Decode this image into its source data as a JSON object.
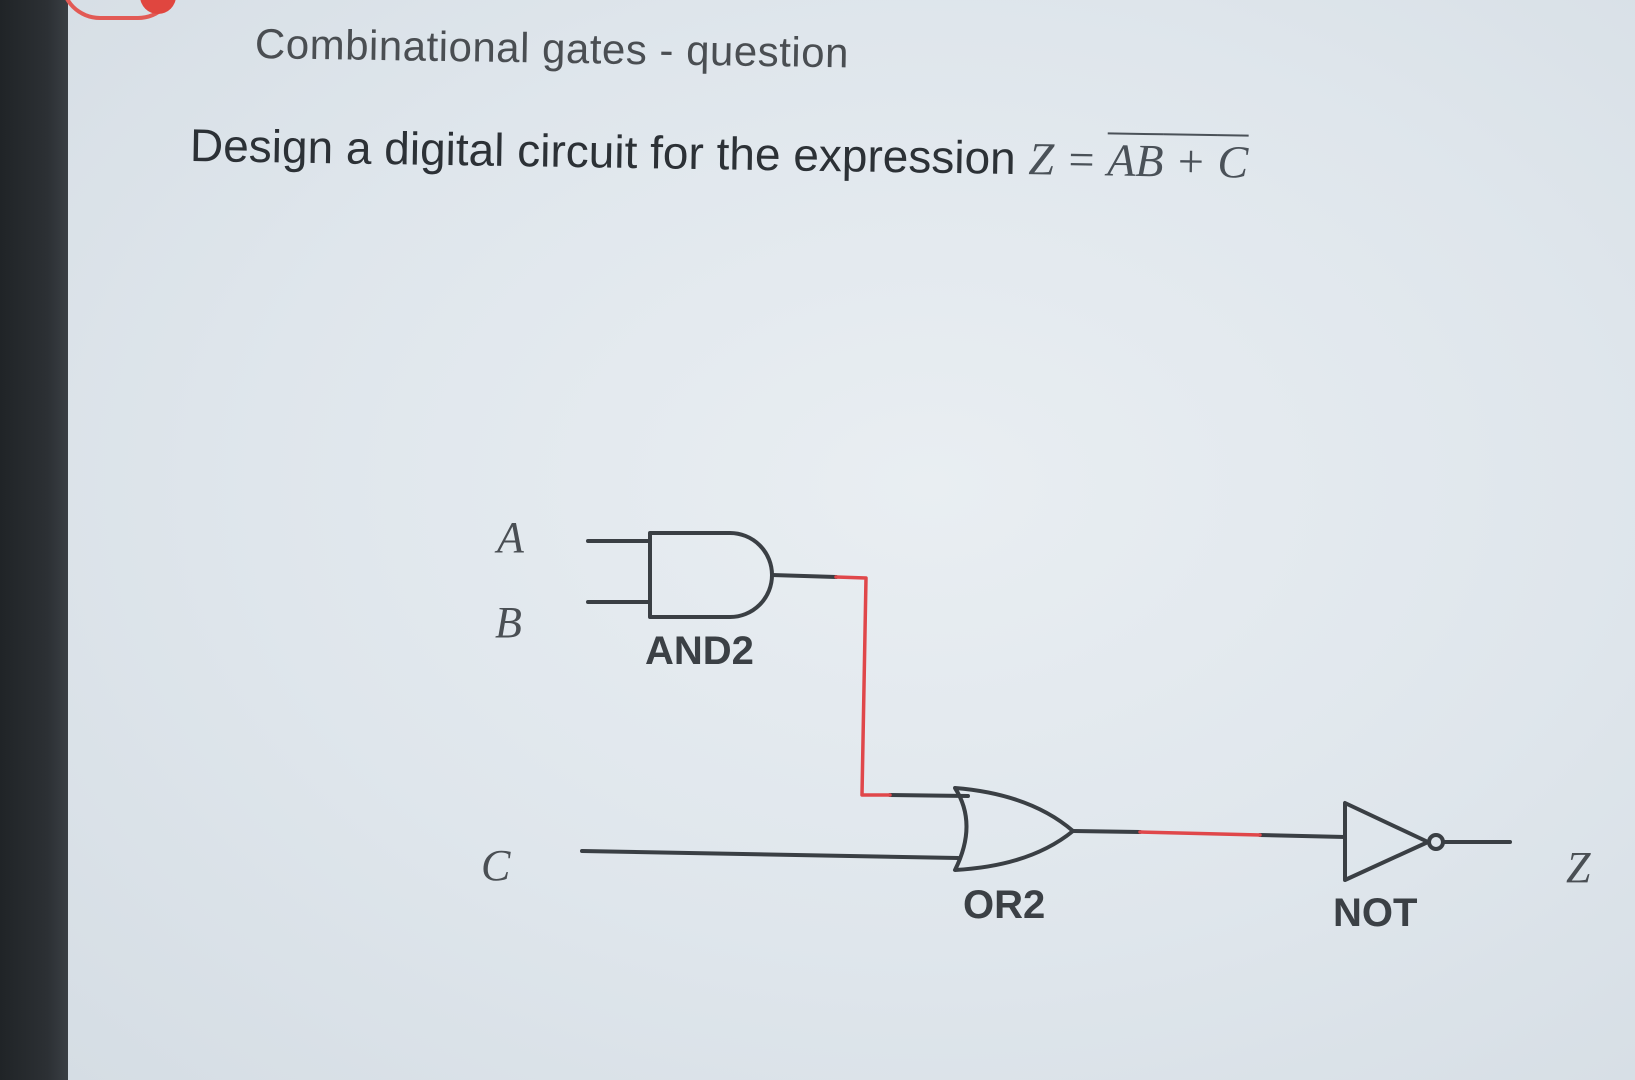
{
  "heading": "Combinational gates - question",
  "question": {
    "prefix": "Design a digital circuit for the expression ",
    "lhs": "Z",
    "equals": " = ",
    "term1": "AB",
    "plus": " + ",
    "term2": "C"
  },
  "diagram": {
    "inputs": {
      "a": "A",
      "b": "B",
      "c": "C"
    },
    "output": "Z",
    "gates": {
      "and": "AND2",
      "or": "OR2",
      "not": "NOT"
    },
    "colors": {
      "wire": "#3a3f44",
      "highlight_wire": "#e0474a"
    }
  }
}
